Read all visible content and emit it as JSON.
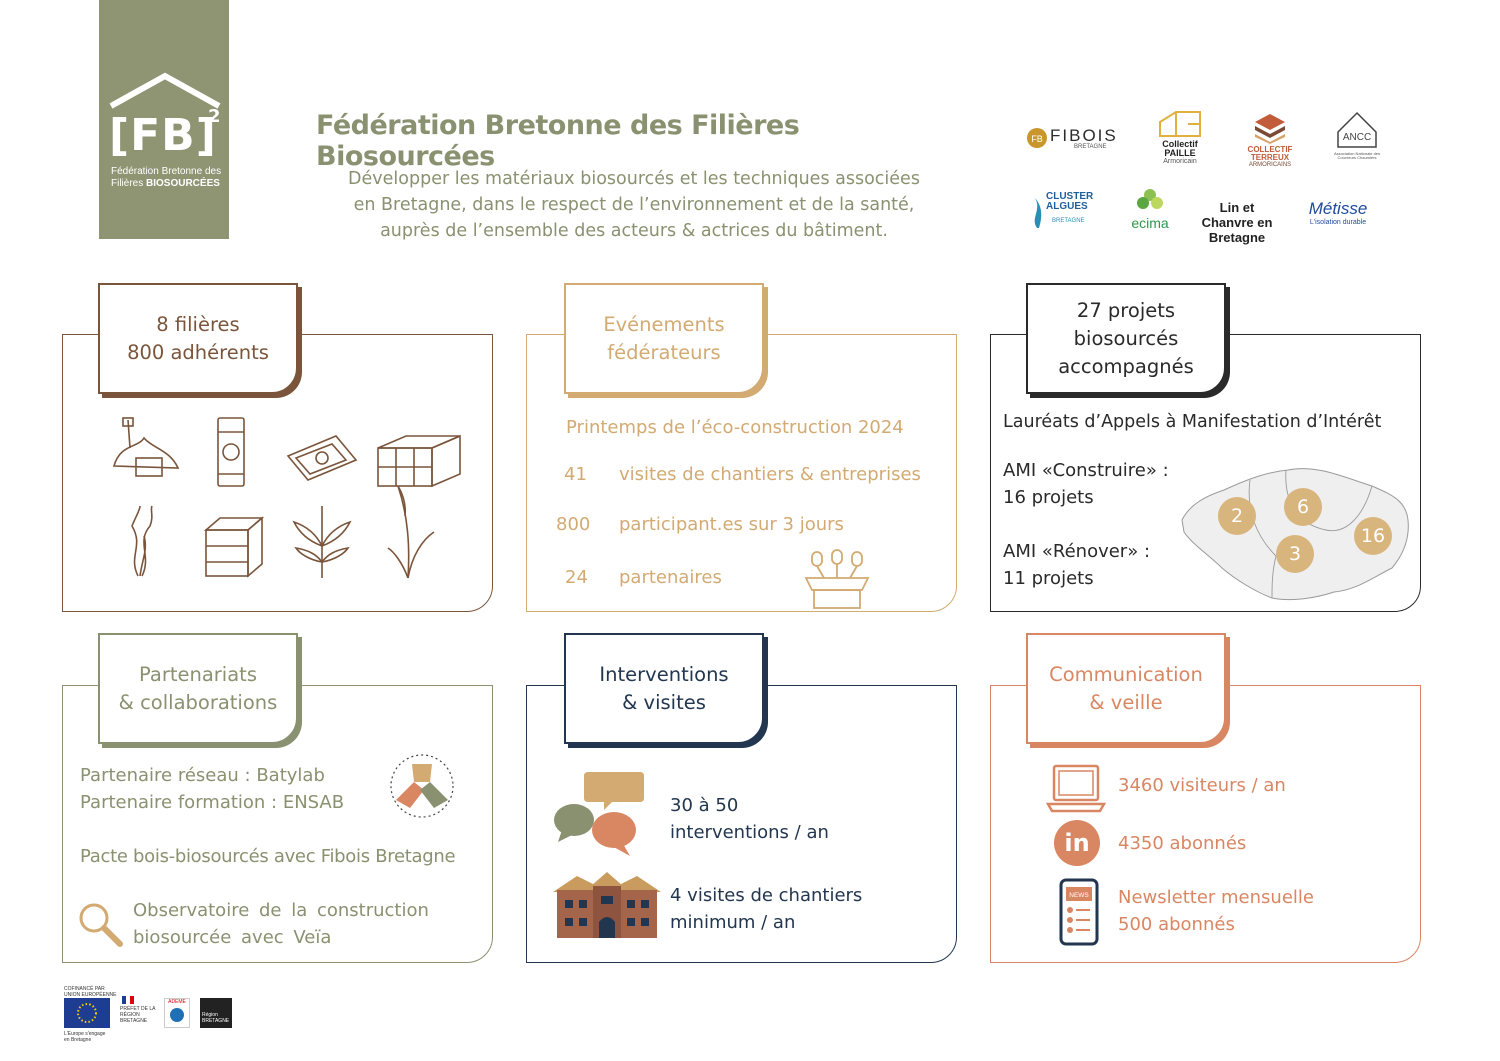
{
  "header": {
    "logo_mark": "[FB]",
    "logo_sup": "2",
    "logo_line1": "Fédération Bretonne des",
    "logo_line2_plain": "Filières ",
    "logo_line2_bold": "BIOSOURCÉES",
    "title": "Fédération Bretonne des Filières Biosourcées",
    "subtitle_line1": "Développer les matériaux biosourcés et les techniques associées",
    "subtitle_line2": "en Bretagne, dans le respect de l’environnement et de la santé,",
    "subtitle_line3": "auprès de l’ensemble des acteurs & actrices du bâtiment."
  },
  "partners": [
    {
      "name": "FIBOIS",
      "sub": "BRETAGNE"
    },
    {
      "name": "Collectif PAILLE",
      "sub": "Armoricain"
    },
    {
      "name": "COLLECTIF TERREUX",
      "sub": "ARMORICAINS"
    },
    {
      "name": "ANCC",
      "sub": "Association Nationale des Couvreurs Chaumiers"
    },
    {
      "name": "CLUSTER ALGUES",
      "sub": "BRETAGNE"
    },
    {
      "name": "ecima",
      "sub": ""
    },
    {
      "name": "Lin et Chanvre en Bretagne",
      "sub": ""
    },
    {
      "name": "Métisse",
      "sub": "L'isolation durable"
    }
  ],
  "card_filieres": {
    "tab_line1": "8 filières",
    "tab_line2": "800 adhérents",
    "icons": [
      "earth-icon",
      "cellulose-icon",
      "paper-icon",
      "wood-icon",
      "seaweed-icon",
      "straw-bale-icon",
      "hemp-icon",
      "reed-icon"
    ]
  },
  "card_events": {
    "tab_line1": "Evénements",
    "tab_line2": "fédérateurs",
    "heading": "Printemps de l’éco-construction 2024",
    "rows": [
      {
        "num": "41",
        "label": "visites de chantiers & entreprises"
      },
      {
        "num": "800",
        "label": "participant.es sur 3 jours"
      },
      {
        "num": "24",
        "label": "partenaires"
      }
    ]
  },
  "card_projects": {
    "tab_line1": "27 projets",
    "tab_line2": "biosourcés",
    "tab_line3": "accompagnés",
    "heading": "Lauréats d’Appels à Manifestation d’Intérêt",
    "ami1_line1": "AMI «Construire» :",
    "ami1_line2": "16 projets",
    "ami2_line1": "AMI «Rénover» :",
    "ami2_line2": "11 projets",
    "map_values": [
      "2",
      "6",
      "3",
      "16"
    ]
  },
  "card_partnerships": {
    "tab_line1": "Partenariats",
    "tab_line2": "& collaborations",
    "line1": "Partenaire réseau : Batylab",
    "line2": "Partenaire formation : ENSAB",
    "line3": "Pacte bois-biosourcés avec Fibois Bretagne",
    "line4a": "Observatoire de la construction",
    "line4b": "biosourcée avec Veïa"
  },
  "card_interventions": {
    "tab_line1": "Interventions",
    "tab_line2": "& visites",
    "item1_line1": "30 à 50",
    "item1_line2": "interventions / an",
    "item2_line1": "4 visites de chantiers",
    "item2_line2": "minimum / an"
  },
  "card_communication": {
    "tab_line1": "Communication",
    "tab_line2": "& veille",
    "item1": "3460 visiteurs / an",
    "item2": "4350 abonnés",
    "item3_line1": "Newsletter mensuelle",
    "item3_line2": "500 abonnés",
    "news_label": "NEWS",
    "linkedin_label": "in"
  },
  "footer": {
    "cofinanced": "COFINANCÉ PAR",
    "eu": "UNION EUROPÉENNE",
    "prefet": "PRÉFET DE LA RÉGION BRETAGNE",
    "europe_slogan": "L'Europe s'engage en Bretagne",
    "ademe": "ADEME",
    "region": "Région BRETAGNE"
  },
  "colors": {
    "olive": "#8a9170",
    "brown": "#7a553b",
    "sand": "#d2aa72",
    "dark": "#2a2a2a",
    "navy": "#22364f",
    "salmon": "#d98663"
  }
}
